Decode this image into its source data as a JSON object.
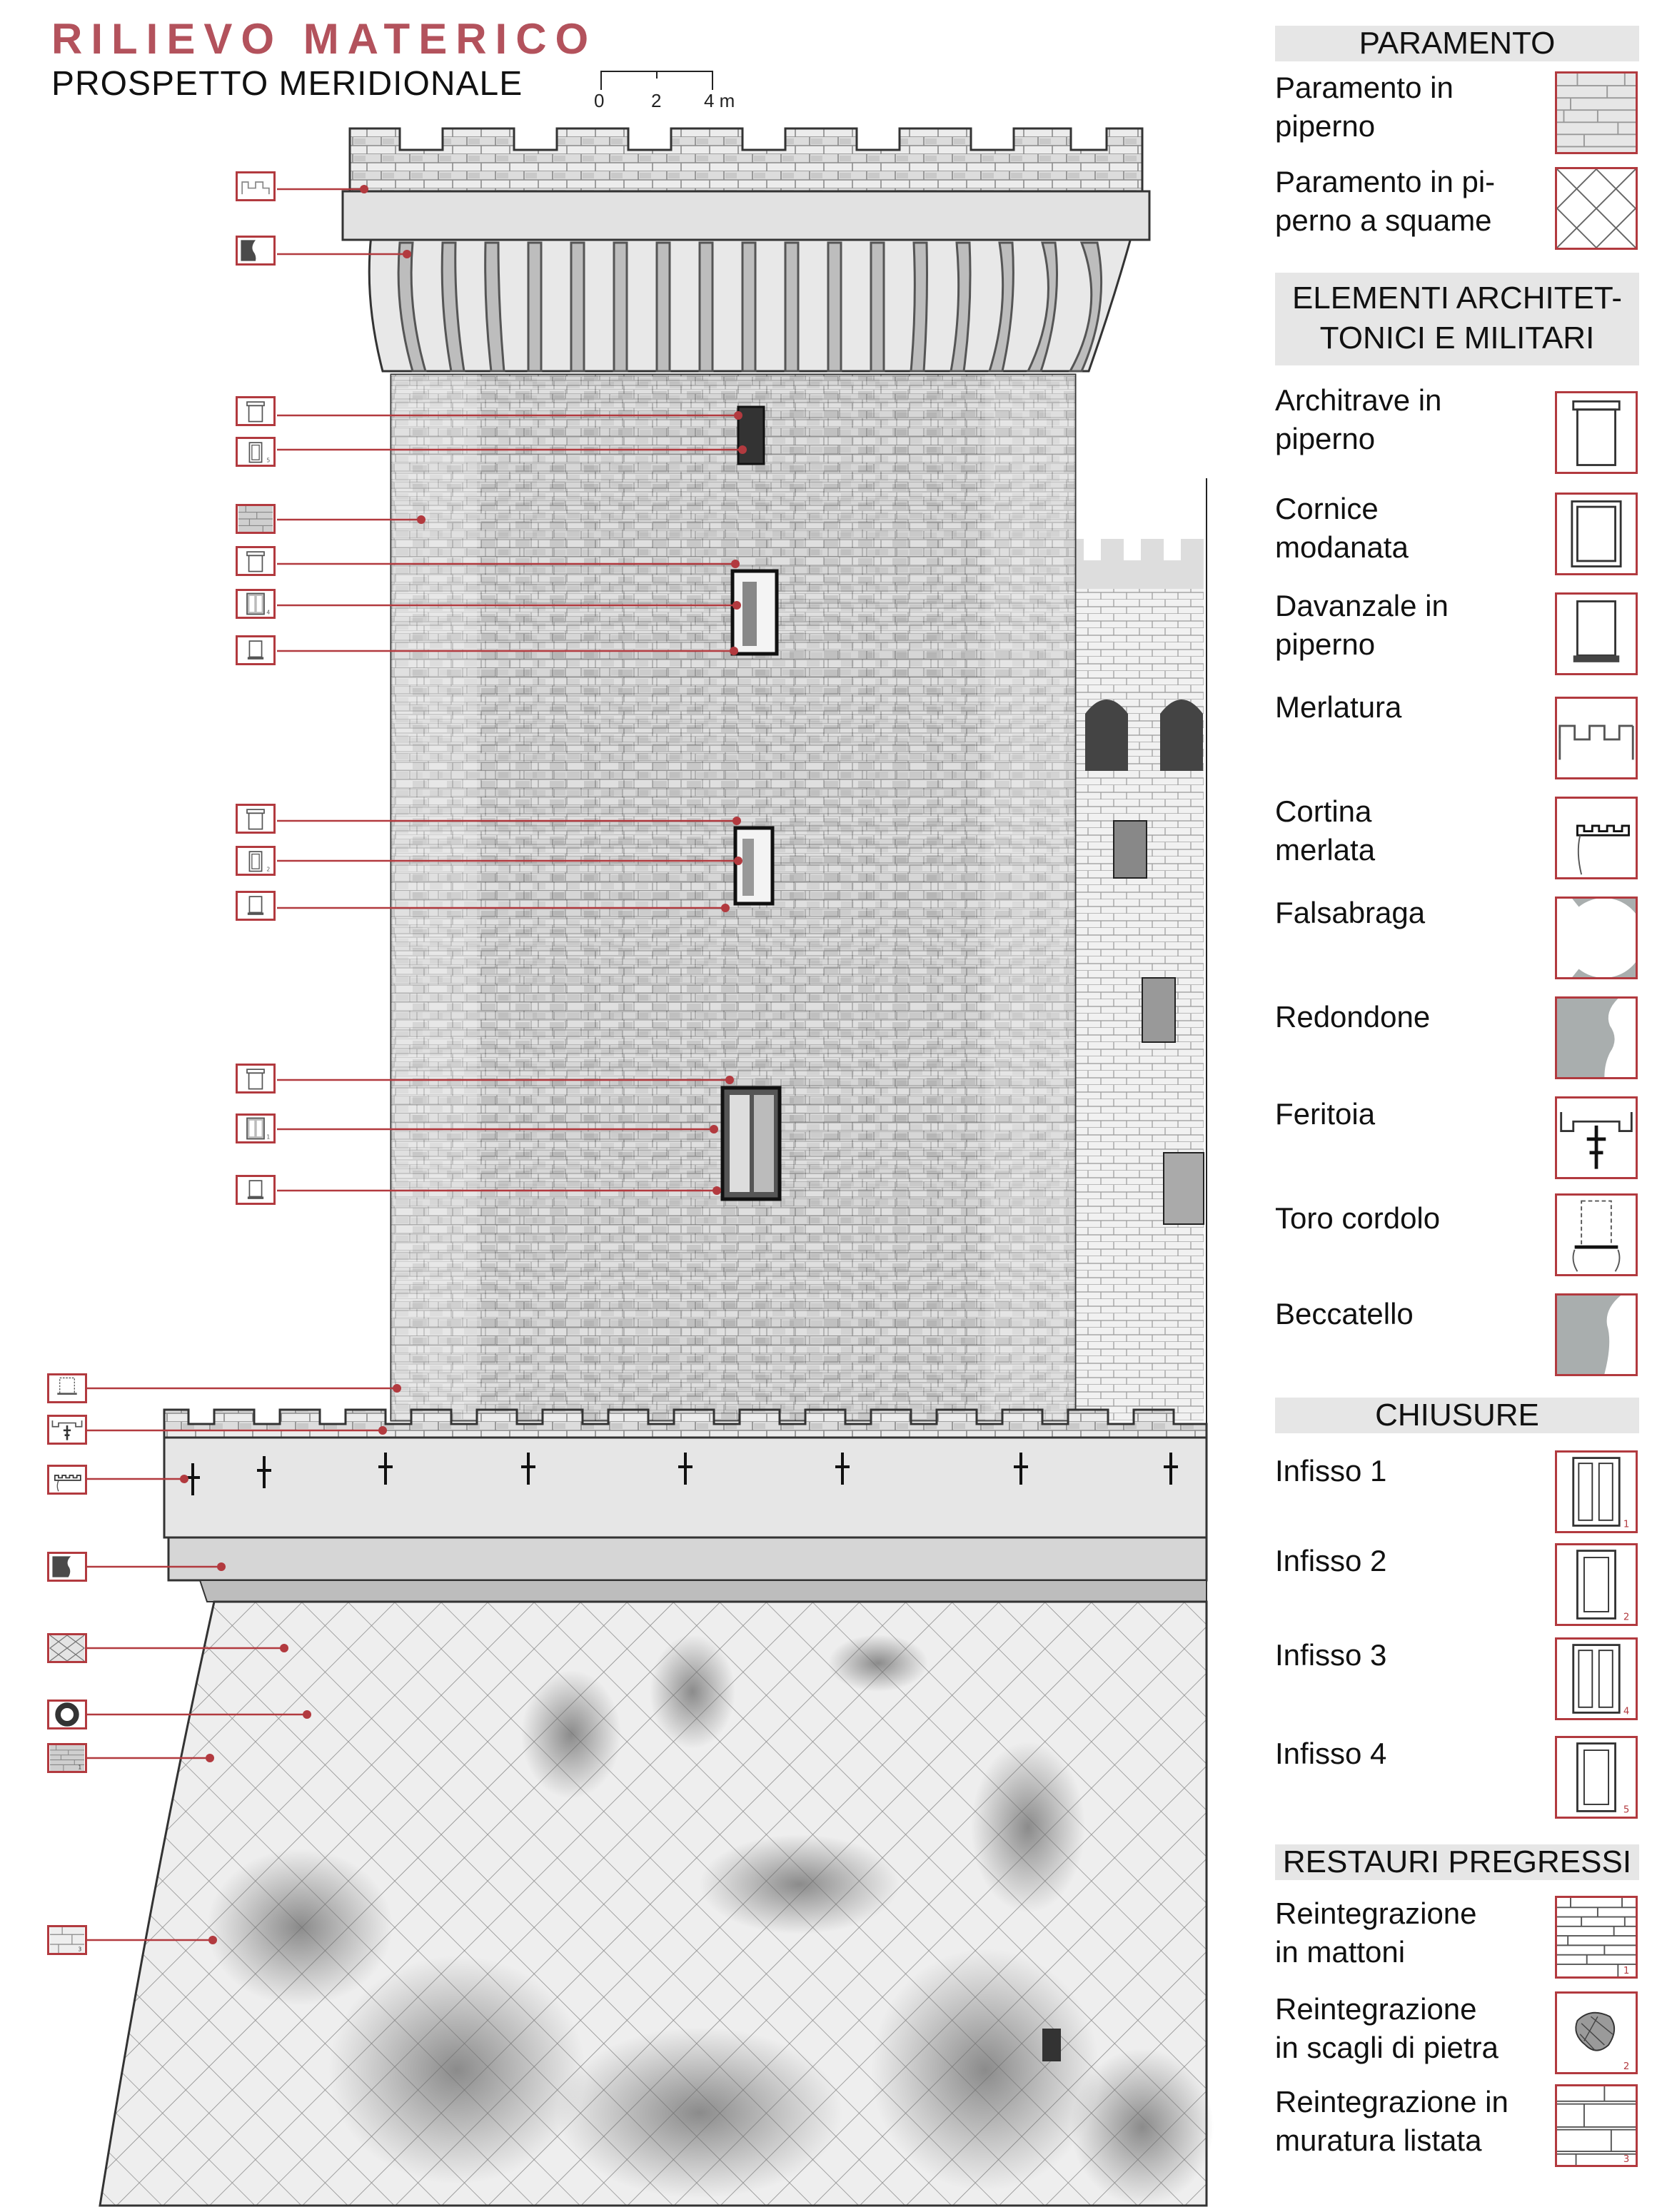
{
  "header": {
    "title": "RILIEVO MATERICO",
    "subtitle": "PROSPETTO MERIDIONALE",
    "scale_labels": [
      "0",
      "2",
      "4 m"
    ]
  },
  "colors": {
    "accent_red": "#b23a3f",
    "title_rose": "#b3525c",
    "legend_header_bg": "#e6e6e6",
    "legend_fill_grey": "#a9aeae"
  },
  "legend": {
    "paramento": {
      "header": "PARAMENTO",
      "items": [
        {
          "label_lines": [
            "Paramento in",
            "piperno"
          ],
          "icon": "ashlar-hatch-icon"
        },
        {
          "label_lines": [
            "Paramento in pi-",
            "perno a squame"
          ],
          "icon": "diamond-scale-icon"
        }
      ]
    },
    "elementi": {
      "header_lines": [
        "ELEMENTI ARCHITET-",
        "TONICI E MILITARI"
      ],
      "items": [
        {
          "label_lines": [
            "Architrave in",
            "piperno"
          ],
          "icon": "architrave-window-icon"
        },
        {
          "label_lines": [
            "Cornice",
            "modanata"
          ],
          "icon": "molded-frame-window-icon"
        },
        {
          "label_lines": [
            "Davanzale in",
            "piperno"
          ],
          "icon": "sill-window-icon"
        },
        {
          "label_lines": [
            "Merlatura"
          ],
          "icon": "battlement-icon"
        },
        {
          "label_lines": [
            "Cortina",
            "merlata"
          ],
          "icon": "crenellated-curtain-icon"
        },
        {
          "label_lines": [
            "Falsabraga"
          ],
          "icon": "falsebraye-ring-icon"
        },
        {
          "label_lines": [
            "Redondone"
          ],
          "icon": "redondone-profile-icon"
        },
        {
          "label_lines": [
            "Feritoia"
          ],
          "icon": "loophole-icon"
        },
        {
          "label_lines": [
            "Toro cordolo"
          ],
          "icon": "torus-cordon-icon"
        },
        {
          "label_lines": [
            "Beccatello"
          ],
          "icon": "corbel-profile-icon"
        }
      ]
    },
    "chiusure": {
      "header": "CHIUSURE",
      "items": [
        {
          "label": "Infisso 1",
          "number": "1",
          "icon": "double-door-icon"
        },
        {
          "label": "Infisso 2",
          "number": "2",
          "icon": "single-window-icon"
        },
        {
          "label": "Infisso 3",
          "number": "4",
          "icon": "double-door-icon"
        },
        {
          "label": "Infisso 4",
          "number": "5",
          "icon": "single-window-icon"
        }
      ]
    },
    "restauri": {
      "header": "RESTAURI PREGRESSI",
      "items": [
        {
          "label_lines": [
            "Reintegrazione",
            "in mattoni"
          ],
          "number": "1",
          "icon": "brick-pattern-icon"
        },
        {
          "label_lines": [
            "Reintegrazione",
            "in scagli di pietra"
          ],
          "number": "2",
          "icon": "stone-patch-icon"
        },
        {
          "label_lines": [
            "Reintegrazione in",
            "muratura listata"
          ],
          "number": "3",
          "icon": "banded-masonry-icon"
        }
      ]
    }
  },
  "key_markers": [
    {
      "type": "merlatura",
      "number": ""
    },
    {
      "type": "beccatello",
      "number": ""
    },
    {
      "type": "architrave",
      "number": ""
    },
    {
      "type": "infisso",
      "number": "5"
    },
    {
      "type": "paramento",
      "number": ""
    },
    {
      "type": "architrave",
      "number": ""
    },
    {
      "type": "infisso",
      "number": "4"
    },
    {
      "type": "davanzale",
      "number": ""
    },
    {
      "type": "architrave",
      "number": ""
    },
    {
      "type": "infisso",
      "number": "2"
    },
    {
      "type": "davanzale",
      "number": ""
    },
    {
      "type": "architrave",
      "number": ""
    },
    {
      "type": "infisso",
      "number": "1"
    },
    {
      "type": "davanzale",
      "number": ""
    },
    {
      "type": "toro",
      "number": ""
    },
    {
      "type": "feritoia",
      "number": ""
    },
    {
      "type": "cortina",
      "number": ""
    },
    {
      "type": "redondone",
      "number": ""
    },
    {
      "type": "squame",
      "number": ""
    },
    {
      "type": "falsabraga",
      "number": ""
    },
    {
      "type": "mattoni",
      "number": "1"
    },
    {
      "type": "listata",
      "number": "3"
    }
  ]
}
